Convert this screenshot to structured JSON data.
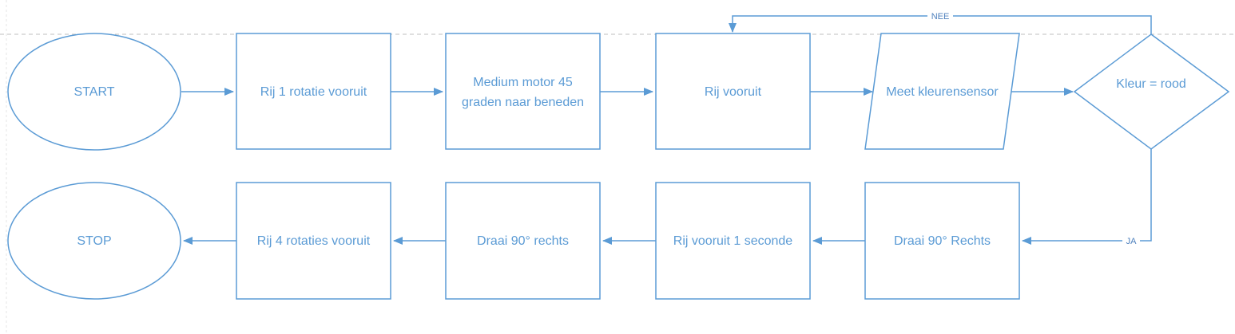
{
  "diagram": {
    "colors": {
      "stroke": "#5b9bd5",
      "text": "#5b9bd5",
      "guide": "#bfbfbf",
      "background": "#ffffff"
    },
    "nodes": {
      "start": "START",
      "rij_1_rotatie": "Rij 1 rotatie vooruit",
      "medium_motor_line1": "Medium motor 45",
      "medium_motor_line2": "graden naar beneden",
      "rij_vooruit": "Rij vooruit",
      "meet_kleurensensor": "Meet kleurensensor",
      "kleur_rood": "Kleur = rood",
      "draai_90_rechts_1": "Draai 90° Rechts",
      "rij_vooruit_1_seconde": "Rij vooruit 1 seconde",
      "draai_90_rechts_2": "Draai 90° rechts",
      "rij_4_rotaties": "Rij 4 rotaties vooruit",
      "stop": "STOP"
    },
    "edges": {
      "nee_label": "NEE",
      "ja_label": "JA"
    }
  }
}
